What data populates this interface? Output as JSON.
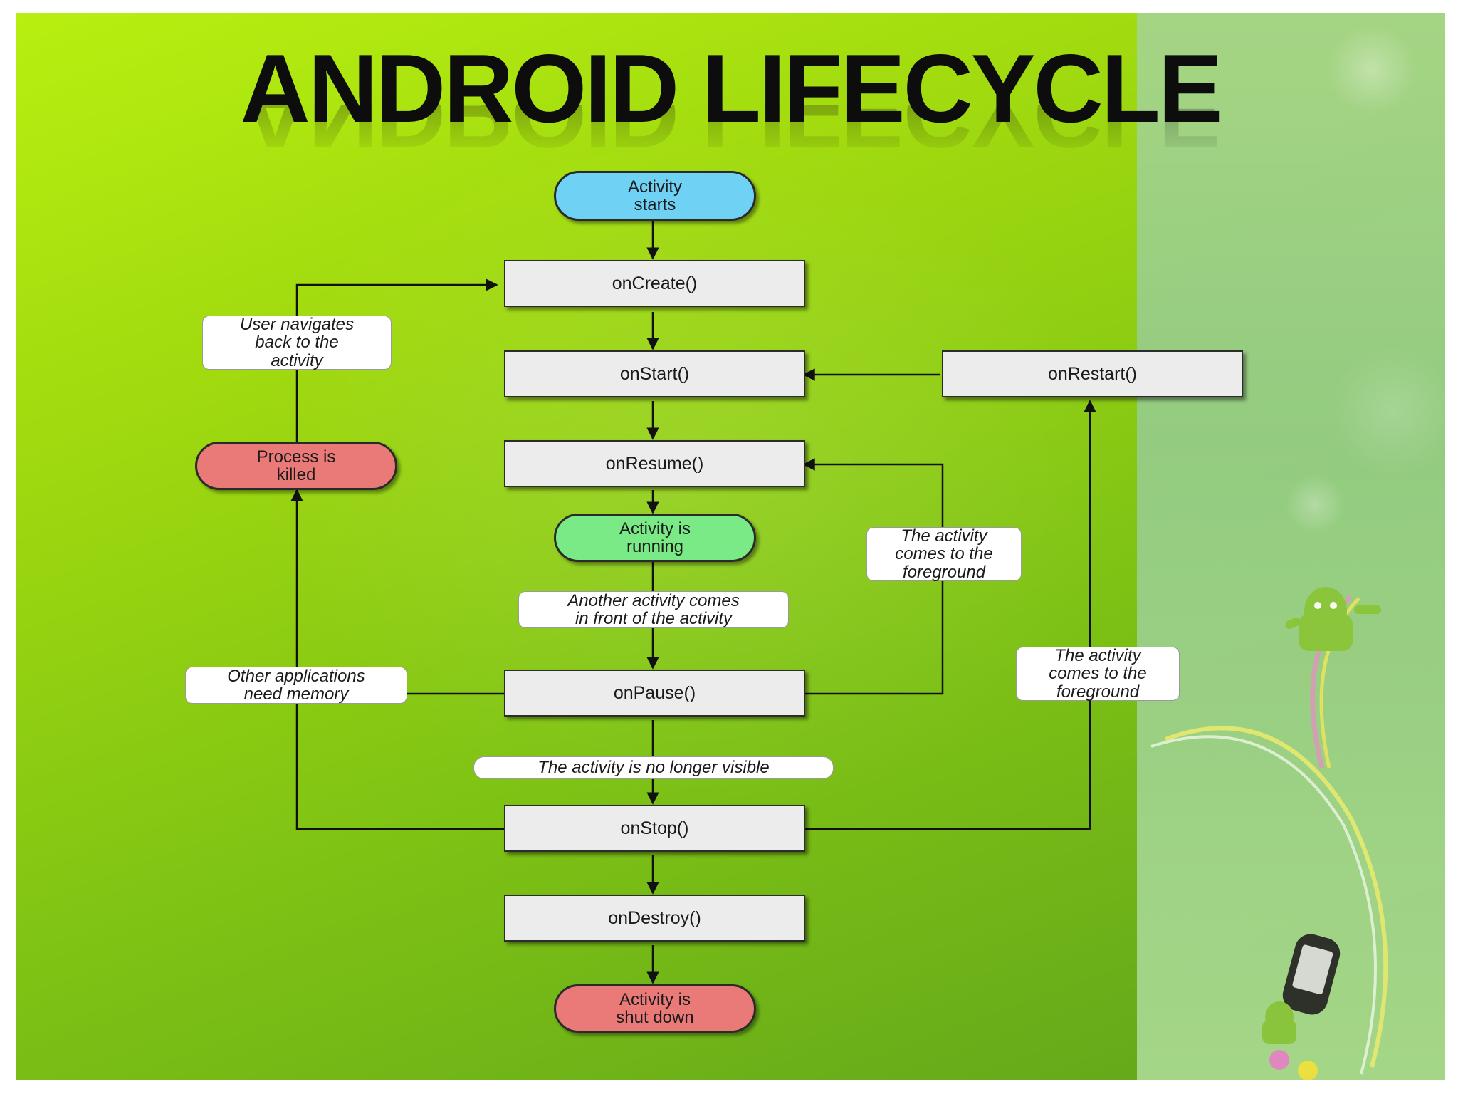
{
  "title": "ANDROID LIFECYCLE",
  "colors": {
    "start_pill": "#6fd2f5",
    "running_pill": "#79ea86",
    "terminal_pill": "#e97a78",
    "box": "#ececec"
  },
  "nodes": {
    "activity_starts": "Activity\nstarts",
    "on_create": "onCreate()",
    "on_start": "onStart()",
    "on_restart": "onRestart()",
    "on_resume": "onResume()",
    "activity_running": "Activity is\nrunning",
    "on_pause": "onPause()",
    "on_stop": "onStop()",
    "on_destroy": "onDestroy()",
    "process_killed": "Process is\nkilled",
    "activity_shut_down": "Activity is\nshut down"
  },
  "edge_labels": {
    "user_navigates_back": "User navigates\nback to the\nactivity",
    "foreground_to_resume": "The activity\ncomes to the\nforeground",
    "foreground_to_restart": "The activity\ncomes to the\nforeground",
    "another_activity": "Another activity comes\nin front of the activity",
    "other_apps_memory": "Other applications\nneed memory",
    "no_longer_visible": "The activity is no longer visible"
  }
}
